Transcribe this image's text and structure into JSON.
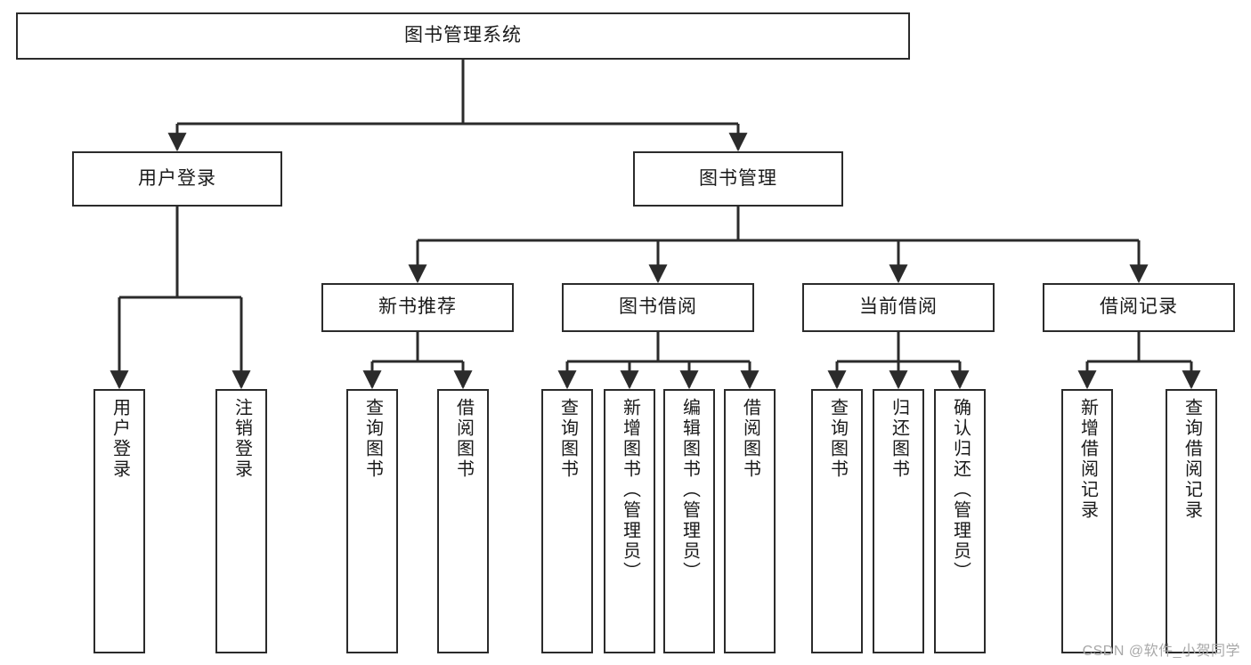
{
  "diagram": {
    "title": "图书管理系统",
    "type": "hierarchy-tree",
    "colors": {
      "box_border": "#2b2b2b",
      "box_fill": "#ffffff",
      "edge": "#2b2b2b",
      "text": "#1a1a1a",
      "watermark": "#a8a8a8"
    },
    "watermark": "CSDN @软件_小贺同学",
    "root": {
      "label": "图书管理系统"
    },
    "level2": [
      {
        "label": "用户登录"
      },
      {
        "label": "图书管理"
      }
    ],
    "level3": [
      {
        "label": "新书推荐"
      },
      {
        "label": "图书借阅"
      },
      {
        "label": "当前借阅"
      },
      {
        "label": "借阅记录"
      }
    ],
    "leaves": {
      "user_login": [
        {
          "label": "用户登录"
        },
        {
          "label": "注销登录"
        }
      ],
      "new_book_recommend": [
        {
          "label": "查询图书"
        },
        {
          "label": "借阅图书"
        }
      ],
      "book_borrow": [
        {
          "label": "查询图书"
        },
        {
          "label": "新增图书（管理员）"
        },
        {
          "label": "编辑图书（管理员）"
        },
        {
          "label": "借阅图书"
        }
      ],
      "current_borrow": [
        {
          "label": "查询图书"
        },
        {
          "label": "归还图书"
        },
        {
          "label": "确认归还（管理员）"
        }
      ],
      "borrow_record": [
        {
          "label": "新增借阅记录"
        },
        {
          "label": "查询借阅记录"
        }
      ]
    }
  }
}
